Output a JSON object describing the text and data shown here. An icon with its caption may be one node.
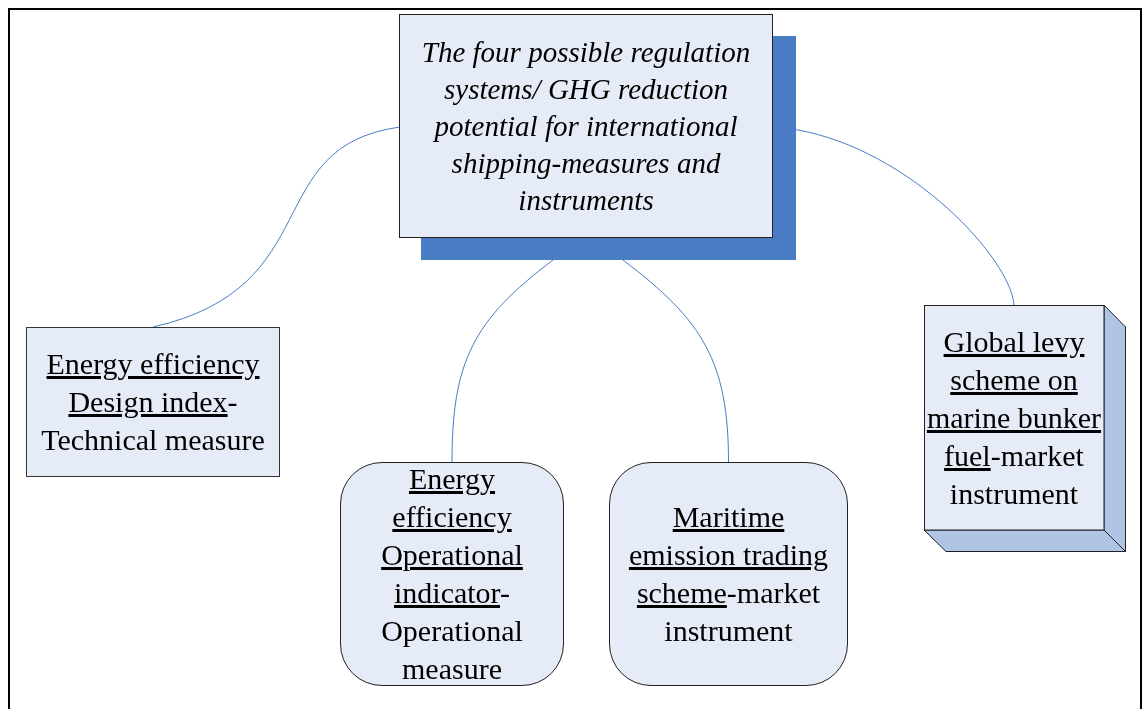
{
  "diagram": {
    "nodes": [
      {
        "text": [
          "The four possible regulation systems/ GHG reduction potential for international shipping-measures and instruments"
        ]
      },
      {
        "text": [
          "Energy efficiency Design index",
          "-Technical measure"
        ]
      },
      {
        "text": [
          "Energy efficiency Operational indicator",
          "-Operational measure"
        ]
      },
      {
        "text": [
          "Maritime emission trading scheme",
          "-market instrument"
        ]
      },
      {
        "text": [
          "Global levy scheme on marine bunker fuel",
          "-market instrument"
        ]
      }
    ],
    "edges": [
      {
        "from": 0,
        "to": 1,
        "arrow": "none"
      },
      {
        "from": 0,
        "to": 2,
        "arrow": "none"
      },
      {
        "from": 0,
        "to": 3,
        "arrow": "none"
      },
      {
        "from": 0,
        "to": 4,
        "arrow": "none"
      }
    ]
  }
}
